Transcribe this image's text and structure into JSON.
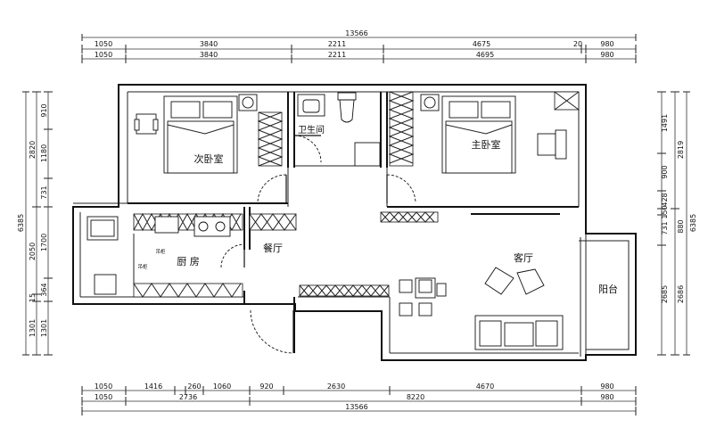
{
  "rooms": {
    "second_bedroom": "次卧室",
    "bathroom": "卫生间",
    "master_bedroom": "主卧室",
    "kitchen": "厨 房",
    "dining": "餐厅",
    "living": "客厅",
    "balcony": "阳台",
    "cabinet_upper": "吊柜",
    "cabinet_lower": "吊柜"
  },
  "dimensions": {
    "top_total": "13566",
    "top_row1": [
      "1050",
      "3840",
      "2211",
      "4675",
      "20",
      "980"
    ],
    "top_row2": [
      "1050",
      "3840",
      "2211",
      "4695",
      "980"
    ],
    "bottom_row1": [
      "1050",
      "1416",
      "260",
      "1060",
      "920",
      "2630",
      "4670",
      "980"
    ],
    "bottom_row2": [
      "1050",
      "2736",
      "8220",
      "980"
    ],
    "bottom_total": "13566",
    "left_total": "6385",
    "left_row1": [
      "910",
      "1180",
      "731",
      "1700",
      "364",
      "1301"
    ],
    "left_row2": [
      "2820",
      "2050",
      "15",
      "1301"
    ],
    "right_total": "6385",
    "right_row1": [
      "1491",
      "900",
      "428",
      "150",
      "731",
      "880",
      "2686"
    ],
    "right_row2": [
      "2819",
      "2685"
    ]
  }
}
